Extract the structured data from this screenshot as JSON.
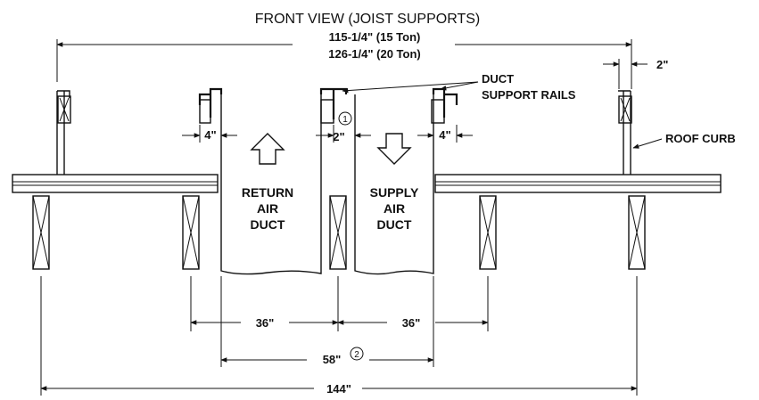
{
  "title": "FRONT VIEW (JOIST SUPPORTS)",
  "dims": {
    "overall_15": "115-1/4\" (15 Ton)",
    "overall_20": "126-1/4\" (20 Ton)",
    "curb_width": "2\"",
    "rail_left": "4\"",
    "rail_center": "2\"",
    "rail_right": "4\"",
    "joist_left": "36\"",
    "joist_right": "36\"",
    "duct_span": "58\"",
    "total": "144\""
  },
  "notes": {
    "note1": "1",
    "note2": "2"
  },
  "labels": {
    "duct_rails_line1": "DUCT",
    "duct_rails_line2": "SUPPORT RAILS",
    "roof_curb": "ROOF CURB",
    "return_1": "RETURN",
    "return_2": "AIR",
    "return_3": "DUCT",
    "supply_1": "SUPPLY",
    "supply_2": "AIR",
    "supply_3": "DUCT"
  }
}
